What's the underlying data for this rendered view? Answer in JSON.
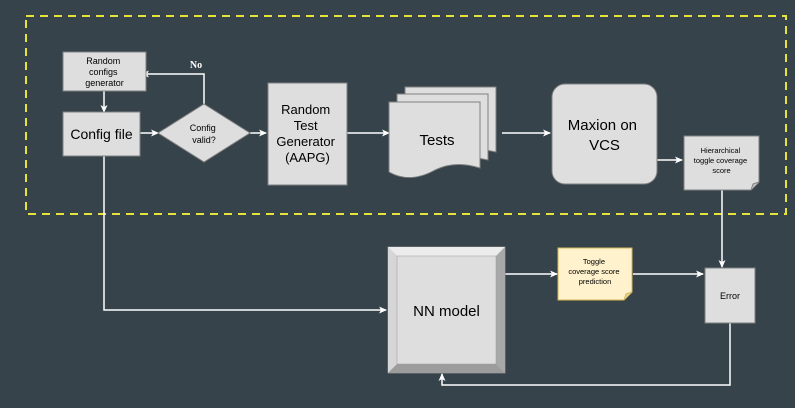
{
  "nodes": {
    "random_configs_generator": [
      "Random",
      "configs",
      "generator"
    ],
    "config_file": "Config file",
    "config_valid": [
      "Config",
      "valid?"
    ],
    "no_label": "No",
    "random_test_generator": [
      "Random",
      "Test",
      "Generator",
      "(AAPG)"
    ],
    "tests": "Tests",
    "maxion_on_vcs": [
      "Maxion on",
      "VCS"
    ],
    "hierarchical_score": [
      "Hierarchical",
      "toggle coverage",
      "score"
    ],
    "nn_model": "NN model",
    "toggle_prediction": [
      "Toggle",
      "coverage score",
      "prediction"
    ],
    "error": "Error"
  },
  "colors": {
    "background": "#36434a",
    "box_fill": "#dedede",
    "box_stroke": "#808080",
    "dashed_border": "#e8e33a",
    "note_fill": "#fff2cc",
    "arrow": "#ffffff"
  }
}
